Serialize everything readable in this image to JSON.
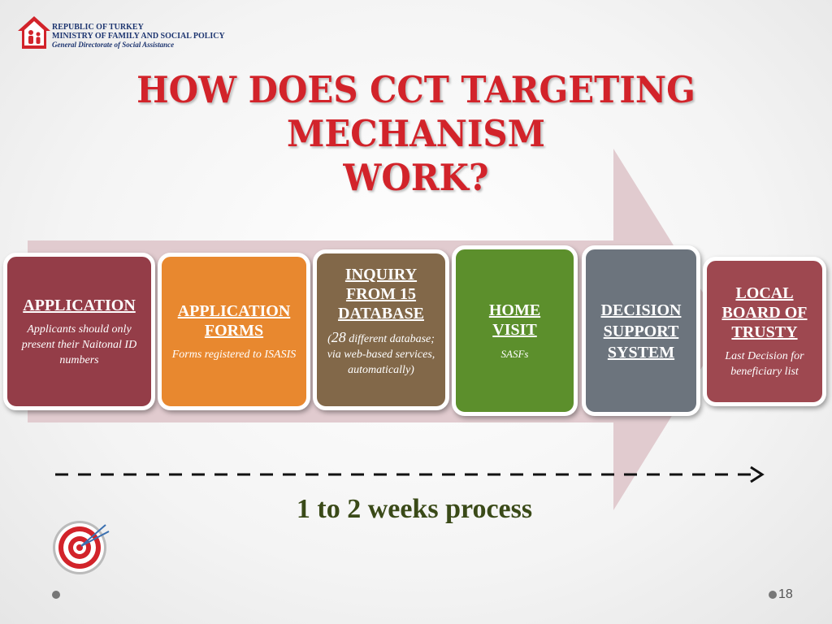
{
  "header": {
    "line1": "REPUBLIC OF TURKEY",
    "line2": "MINISTRY OF FAMILY AND SOCIAL POLICY",
    "line3": "General Directorate of Social Assistance"
  },
  "title": {
    "line1": "HOW DOES CCT TARGETING MECHANISM",
    "line2": "WORK?"
  },
  "steps": [
    {
      "head": "APPLICATION",
      "sub": "Applicants should only present their Naitonal ID numbers"
    },
    {
      "head": "APPLICATION FORMS",
      "sub": "Forms registered to ISASIS"
    },
    {
      "head": "INQUIRY FROM  15 DATABASE",
      "sub_num": "28",
      "sub": " different database; via web-based services, automatically)",
      "sub_open": "("
    },
    {
      "head": "HOME VISIT",
      "sub": "SASFs"
    },
    {
      "head": "DECISION SUPPORT SYSTEM",
      "sub": ""
    },
    {
      "head": "LOCAL BOARD OF TRUSTY",
      "sub": "Last Decision for beneficiary list"
    }
  ],
  "timeline": {
    "label": "1 to 2 weeks process"
  },
  "footer": {
    "page_number": "18"
  },
  "colors": {
    "title": "#d2232a",
    "step1": "#943d48",
    "step2": "#e8882f",
    "step3": "#826849",
    "step4": "#5c8f2c",
    "step5": "#6c747d",
    "step6": "#9e4850",
    "arrow": "#dfc8cc"
  }
}
